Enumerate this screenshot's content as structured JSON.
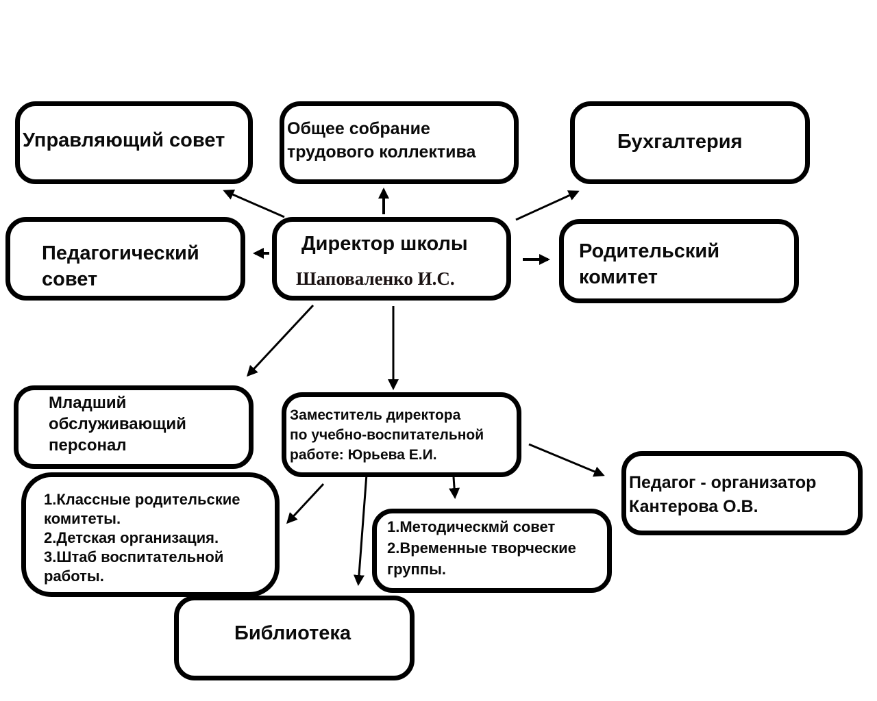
{
  "diagram": {
    "nodes": {
      "governing_council": {
        "label": "Управляющий совет"
      },
      "general_assembly": {
        "label": "Общее собрание\nтрудового коллектива"
      },
      "accounting": {
        "label": "Бухгалтерия"
      },
      "pedagogical_council": {
        "label": "Педагогический\nсовет"
      },
      "director": {
        "title": "Директор школы",
        "name": "Шаповаленко И.С."
      },
      "parent_committee": {
        "label": "Родительский\nкомитет"
      },
      "junior_staff": {
        "label": "Младший\nобслуживающий\nперсонал"
      },
      "deputy_director": {
        "label": "Заместитель директора\nпо учебно-воспитательной\nработе: Юрьева Е.И."
      },
      "organizer": {
        "label": "Педагог - организатор\nКантерова О.В."
      },
      "class_committees": {
        "label": "1.Классные родительские\nкомитеты.\n2.Детская организация.\n3.Штаб воспитательной\n работы."
      },
      "methodical_council": {
        "label": "1.Методическмй совет\n2.Временные творческие\nгруппы."
      },
      "library": {
        "label": "Библиотека"
      }
    },
    "edges": [
      {
        "from": "director",
        "to": "governing_council"
      },
      {
        "from": "director",
        "to": "general_assembly"
      },
      {
        "from": "director",
        "to": "accounting"
      },
      {
        "from": "director",
        "to": "pedagogical_council"
      },
      {
        "from": "director",
        "to": "parent_committee"
      },
      {
        "from": "director",
        "to": "junior_staff"
      },
      {
        "from": "director",
        "to": "deputy_director"
      },
      {
        "from": "deputy_director",
        "to": "class_committees"
      },
      {
        "from": "deputy_director",
        "to": "library"
      },
      {
        "from": "deputy_director",
        "to": "methodical_council"
      },
      {
        "from": "deputy_director",
        "to": "organizer"
      }
    ]
  }
}
